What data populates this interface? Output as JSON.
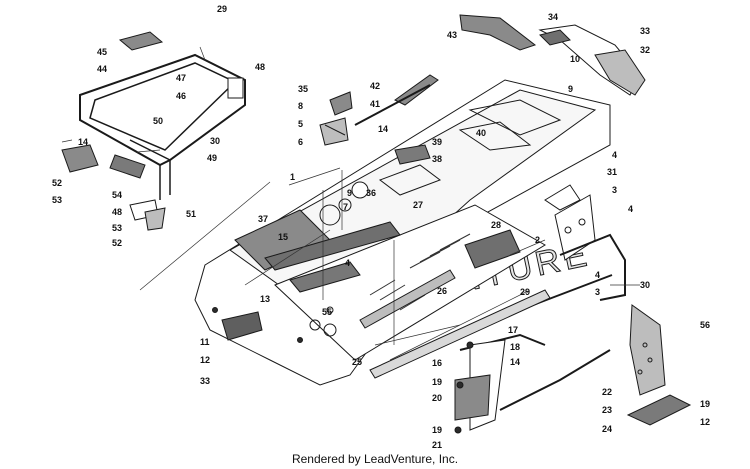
{
  "diagram": {
    "labels": [
      "1",
      "2",
      "3",
      "3",
      "4",
      "4",
      "4",
      "4",
      "5",
      "6",
      "7",
      "8",
      "9",
      "9",
      "10",
      "11",
      "12",
      "12",
      "13",
      "14",
      "14",
      "14",
      "15",
      "16",
      "17",
      "18",
      "19",
      "19",
      "19",
      "20",
      "21",
      "22",
      "23",
      "24",
      "25",
      "26",
      "27",
      "28",
      "29",
      "29",
      "30",
      "30",
      "31",
      "32",
      "33",
      "33",
      "34",
      "35",
      "36",
      "37",
      "38",
      "39",
      "40",
      "41",
      "42",
      "43",
      "44",
      "45",
      "46",
      "47",
      "48",
      "48",
      "49",
      "50",
      "51",
      "52",
      "52",
      "53",
      "53",
      "54",
      "55",
      "56"
    ],
    "watermark": "LEADVENTURE"
  },
  "footer": {
    "text": "Rendered by LeadVenture, Inc."
  },
  "colors": {
    "line": "#1a1a1a",
    "fill": "#ffffff",
    "shade": "#6f6f6f",
    "dark": "#2b2b2b"
  }
}
